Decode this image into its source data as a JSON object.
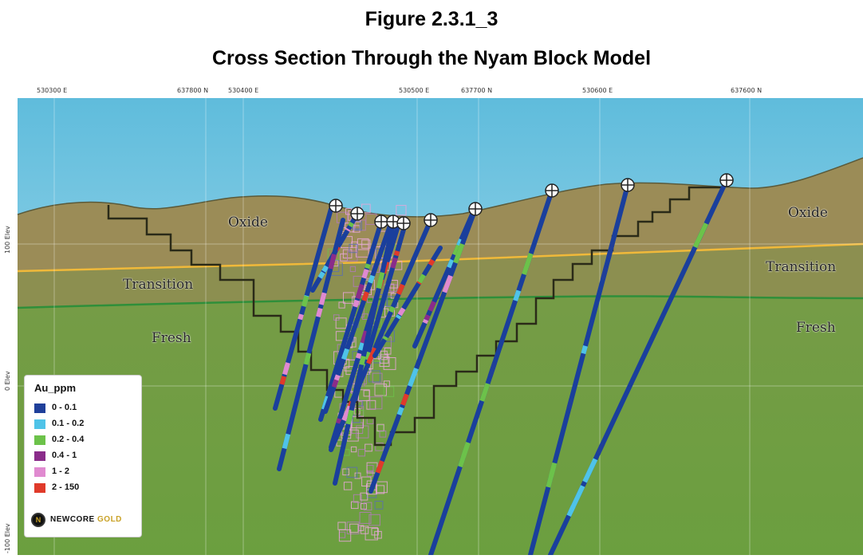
{
  "figure": {
    "number": "Figure 2.3.1_3",
    "title": "Cross Section Through the Nyam Block Model"
  },
  "section": {
    "top_axis_labels": [
      "530300 E",
      "637800 N",
      "530400 E",
      "530500 E",
      "637700 N",
      "530600 E",
      "637600 N"
    ],
    "elevation_labels": [
      "100 Elev",
      "0 Elev",
      "-100 Elev"
    ],
    "zones": {
      "oxide_left": "Oxide",
      "oxide_right": "Oxide",
      "transition_left": "Transition",
      "transition_right": "Transition",
      "fresh_left": "Fresh",
      "fresh_right": "Fresh"
    },
    "colors": {
      "sky": "#8ecfe6",
      "oxide": "#9a8a55",
      "transition": "#8a8f4e",
      "fresh": "#6f9a45",
      "oxide_boundary": "#f0b93a",
      "transition_boundary": "#2f8f3a",
      "pit_shell": "#2a2a1a",
      "drillhole": "#1a3f9c"
    }
  },
  "legend": {
    "title": "Au_ppm",
    "items": [
      {
        "label": "0 - 0.1",
        "color": "#1f3f9a"
      },
      {
        "label": "0.1 - 0.2",
        "color": "#4fc3e8"
      },
      {
        "label": "0.2 - 0.4",
        "color": "#6cc24a"
      },
      {
        "label": "0.4 - 1",
        "color": "#8a2c8a"
      },
      {
        "label": "1 - 2",
        "color": "#e08ad0"
      },
      {
        "label": "2 - 150",
        "color": "#e03a2a"
      }
    ],
    "brand": {
      "name": "NEWCORE",
      "suffix": "GOLD",
      "icon": "newcore-logo-icon"
    }
  }
}
